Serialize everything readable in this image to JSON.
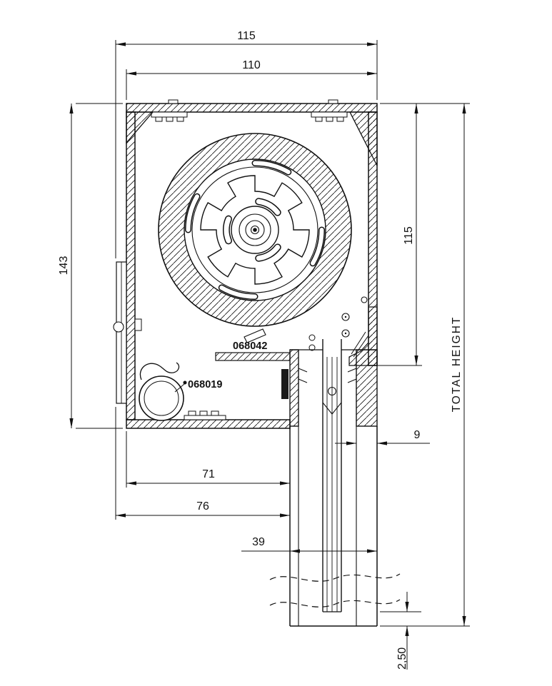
{
  "drawing": {
    "background_color": "#ffffff",
    "line_color": "#111111",
    "dimensions": {
      "top_overall": "115",
      "top_inner": "110",
      "left_height": "143",
      "right_height": "115",
      "total_height_label": "TOTAL HEIGHT",
      "wall_thickness": "9",
      "bottom_inner": "71",
      "bottom_outer": "76",
      "rail_width": "39",
      "bottom_clearance": "2,50"
    },
    "part_numbers": {
      "roller_adapter": "068042",
      "end_slat": "068019"
    }
  }
}
